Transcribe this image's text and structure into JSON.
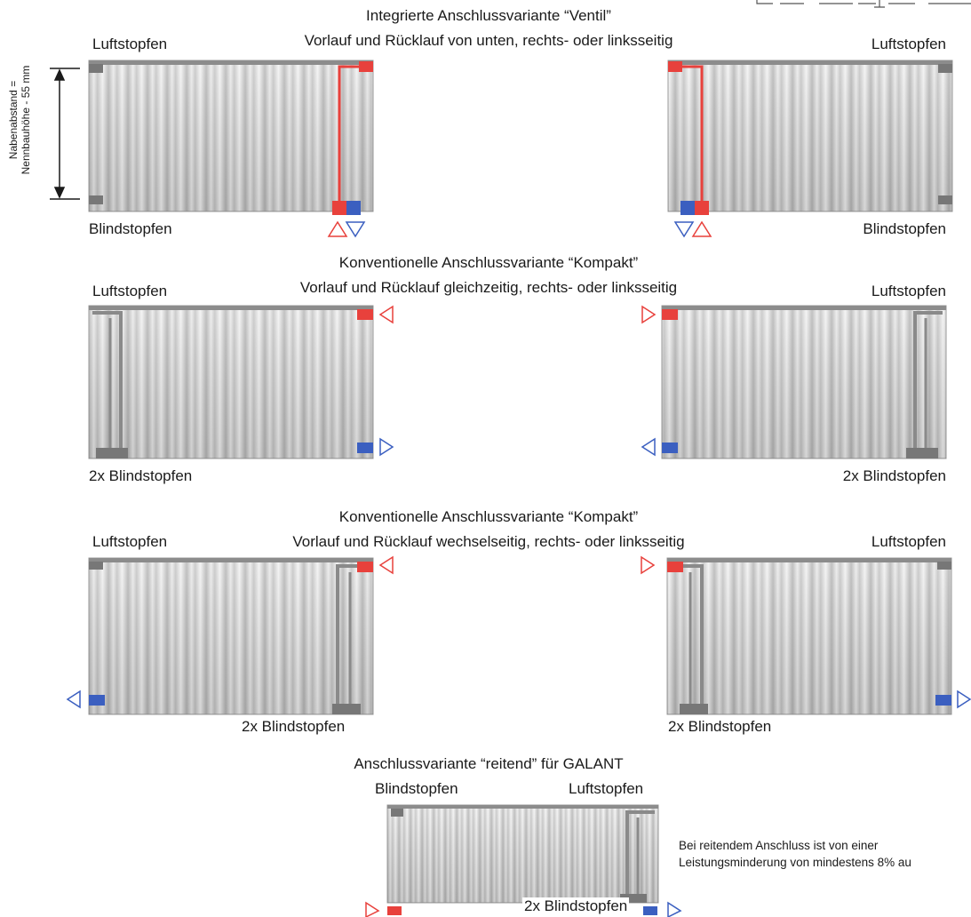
{
  "top_right_fragment": "┌─┐ ┌──┐ ┌─┬─┐ ┌──┐",
  "dimension_label": {
    "line1": "Nabenabstand =",
    "line2": "Nennbauhöhe - 55 mm"
  },
  "sections": [
    {
      "title": "Integrierte Anschlussvariante “Ventil”",
      "subtitle": "Vorlauf und Rücklauf von unten, rechts- oder linksseitig",
      "left_top": "Luftstopfen",
      "left_bottom": "Blindstopfen",
      "right_top": "Luftstopfen",
      "right_bottom": "Blindstopfen"
    },
    {
      "title": "Konventionelle Anschlussvariante “Kompakt”",
      "subtitle": "Vorlauf und Rücklauf gleichzeitig, rechts- oder linksseitig",
      "left_top": "Luftstopfen",
      "left_bottom": "2x Blindstopfen",
      "right_top": "Luftstopfen",
      "right_bottom": "2x Blindstopfen"
    },
    {
      "title": "Konventionelle Anschlussvariante “Kompakt”",
      "subtitle": "Vorlauf und Rücklauf wechselseitig, rechts- oder linksseitig",
      "left_top": "Luftstopfen",
      "left_bottom": "2x Blindstopfen",
      "right_top": "Luftstopfen",
      "right_bottom": "2x Blindstopfen"
    },
    {
      "title": "Anschlussvariante “reitend” für GALANT",
      "top_left": "Blindstopfen",
      "top_right": "Luftstopfen",
      "bottom": "2x Blindstopfen",
      "note_line1": "Bei reitendem Anschluss ist von einer",
      "note_line2": "Leistungsminderung von mindestens 8% au"
    }
  ],
  "colors": {
    "flow": "#e8413c",
    "return": "#3b5fc0",
    "pipe": "#8a8a8a",
    "panel": "#d6d6d6"
  }
}
